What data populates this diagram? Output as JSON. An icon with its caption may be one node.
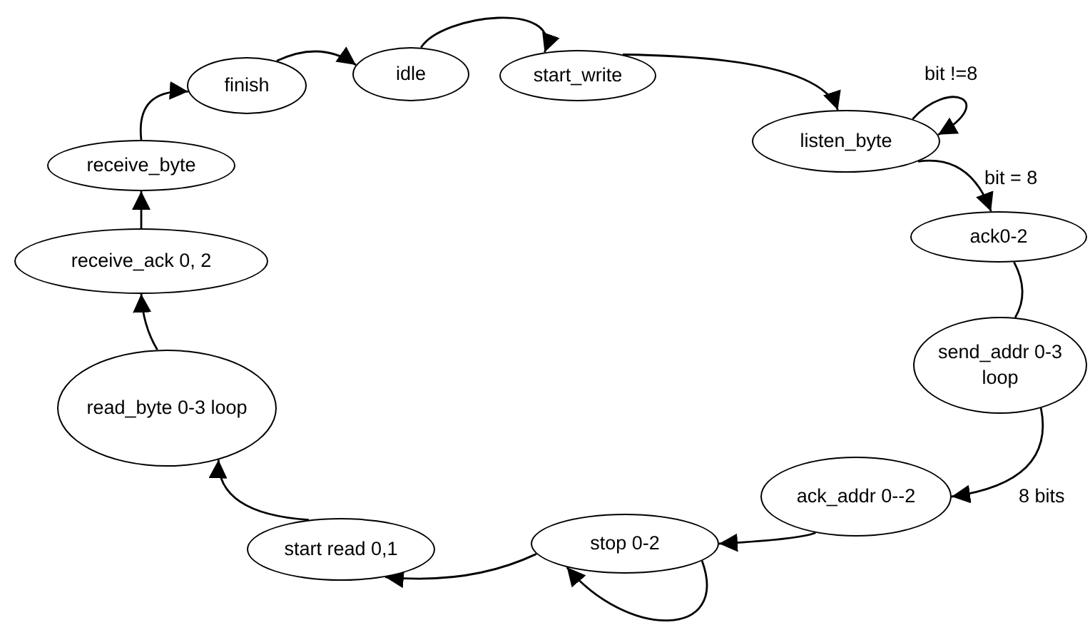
{
  "diagram": {
    "nodes": [
      {
        "text": [
          "finish"
        ]
      },
      {
        "text": [
          "idle"
        ]
      },
      {
        "text": [
          "start_write"
        ]
      },
      {
        "text": [
          "listen_byte"
        ]
      },
      {
        "text": [
          "ack0-2"
        ]
      },
      {
        "text": [
          "send_addr 0-3 loop"
        ]
      },
      {
        "text": [
          "ack_addr 0--2"
        ]
      },
      {
        "text": [
          "stop 0-2"
        ]
      },
      {
        "text": [
          "start read 0,1"
        ]
      },
      {
        "text": [
          "read_byte 0-3 loop"
        ]
      },
      {
        "text": [
          "receive_ack 0, 2"
        ]
      },
      {
        "text": [
          "receive_byte"
        ]
      }
    ],
    "edges": [
      {
        "from": 0,
        "to": 1,
        "arrow": "to"
      },
      {
        "from": 1,
        "to": 2,
        "arrow": "to"
      },
      {
        "from": 2,
        "to": 3,
        "arrow": "to"
      },
      {
        "from": 3,
        "to": 3,
        "arrow": "to",
        "label": "bit !=8"
      },
      {
        "from": 3,
        "to": 4,
        "arrow": "to",
        "label": "bit = 8"
      },
      {
        "from": 4,
        "to": 5,
        "arrow": "none"
      },
      {
        "from": 5,
        "to": 6,
        "arrow": "to",
        "label": "8 bits"
      },
      {
        "from": 6,
        "to": 7,
        "arrow": "to"
      },
      {
        "from": 7,
        "to": 7,
        "arrow": "to"
      },
      {
        "from": 7,
        "to": 8,
        "arrow": "to"
      },
      {
        "from": 8,
        "to": 9,
        "arrow": "to"
      },
      {
        "from": 9,
        "to": 10,
        "arrow": "to"
      },
      {
        "from": 10,
        "to": 11,
        "arrow": "to"
      },
      {
        "from": 11,
        "to": 0,
        "arrow": "to"
      }
    ]
  }
}
